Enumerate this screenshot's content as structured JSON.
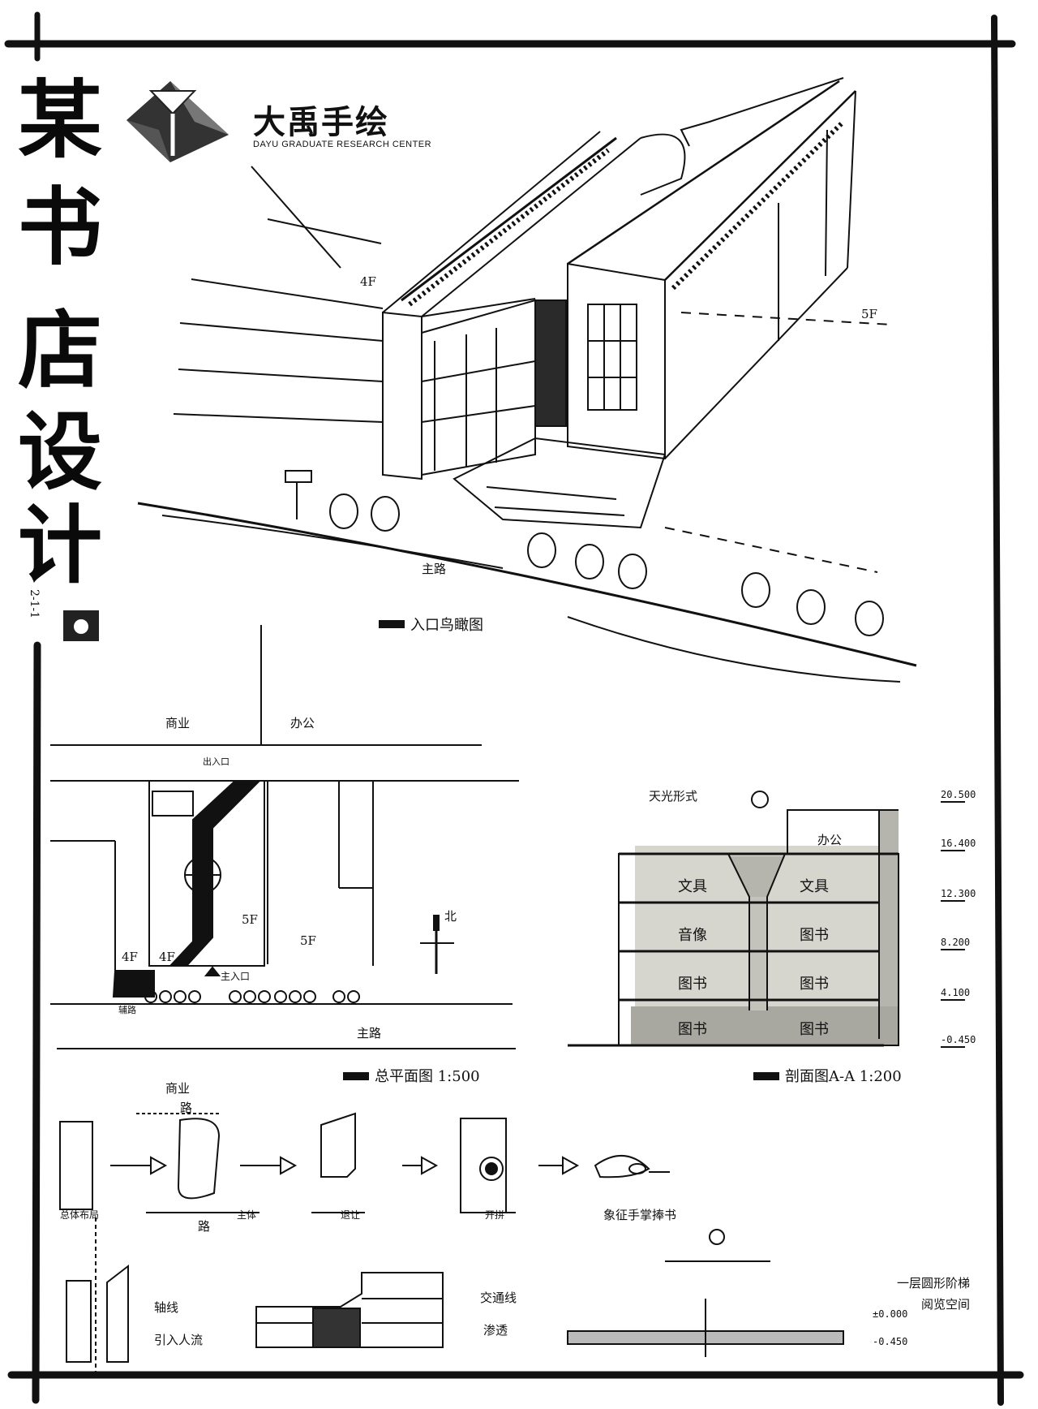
{
  "title": {
    "chars": [
      "某",
      "书",
      "店",
      "设",
      "计"
    ],
    "number": "2-1-1"
  },
  "logo": {
    "name": "大禹手绘",
    "subtitle": "DAYU GRADUATE RESEARCH CENTER"
  },
  "perspective": {
    "caption": "入口鸟瞰图",
    "floor_label_left": "4F",
    "floor_label_right": "5F",
    "road_label": "主路"
  },
  "site_plan": {
    "caption": "总平面图 1:500",
    "top_left": "商业",
    "top_right": "办公",
    "label_4f_left": "4F",
    "label_4f": "4F",
    "label_5f_inner": "5F",
    "label_5f": "5F",
    "entrance": "主入口",
    "road": "主路",
    "side_road": "辅路",
    "north": "北",
    "top_mark": "出入口"
  },
  "section": {
    "caption": "剖面图A-A 1:200",
    "light_label": "天光形式",
    "rooms": [
      "办公",
      "文具",
      "文具",
      "音像",
      "图书",
      "图书",
      "图书",
      "图书",
      "图书"
    ],
    "elevations": [
      "20.500",
      "16.400",
      "12.300",
      "8.200",
      "4.100",
      "-0.450"
    ]
  },
  "concept": {
    "top_label": "商业",
    "road_mark": "路",
    "labels": [
      "总体布局",
      "路",
      "主体",
      "退让",
      "开拼"
    ],
    "gesture_caption": "象征手掌捧书",
    "axis_label": "轴线",
    "axis_sub": "引入人流",
    "flow_label": "交通线",
    "flow_sub": "渗透",
    "interior_label": "一层圆形阶梯",
    "interior_sub": "阅览空间",
    "elev_a": "±0.000",
    "elev_b": "-0.450"
  },
  "colors": {
    "ink": "#111111",
    "tone": "#9a9a94",
    "paper": "#ffffff"
  }
}
